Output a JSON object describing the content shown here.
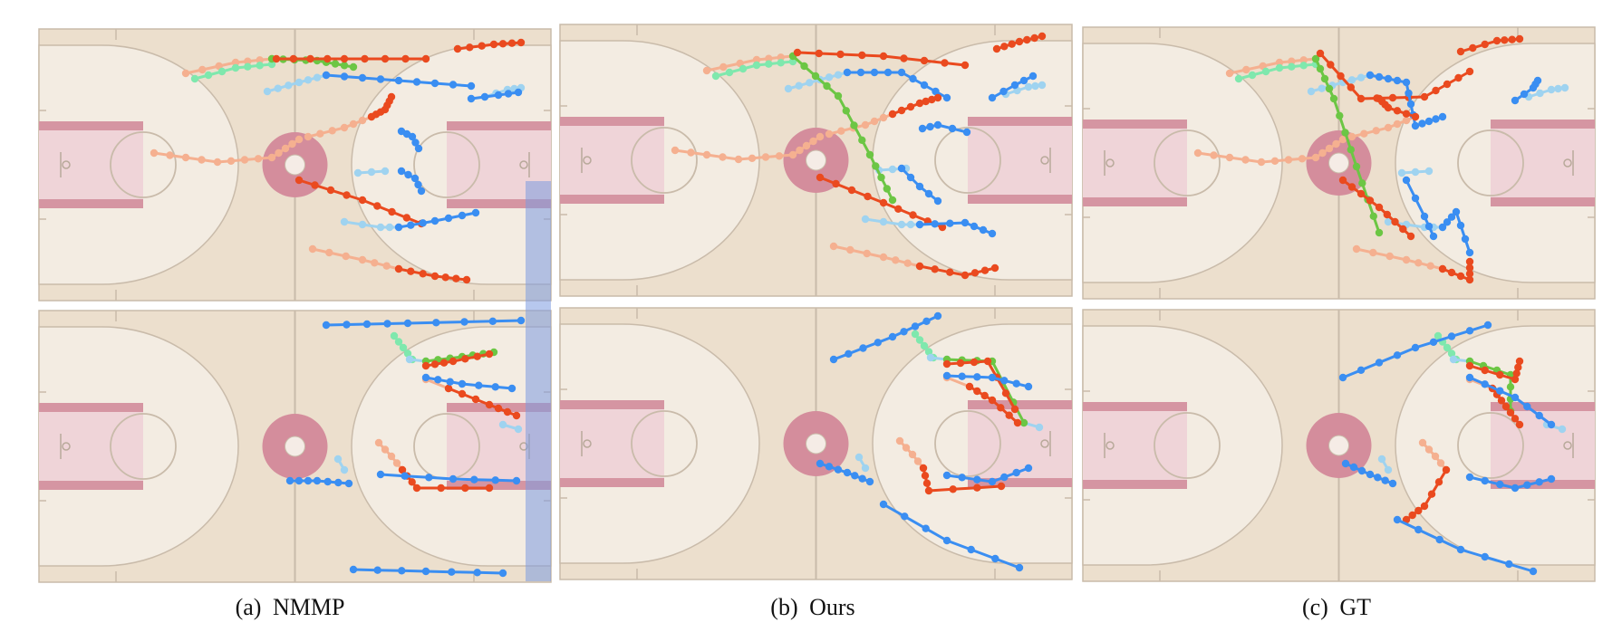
{
  "captions": [
    {
      "tag": "(a)",
      "label": "NMMP"
    },
    {
      "tag": "(b)",
      "label": "Ours"
    },
    {
      "tag": "(c)",
      "label": "GT"
    }
  ],
  "colors": {
    "court_bg": "#ecdfcd",
    "court_light": "#f3ece2",
    "court_lines": "#c9bbaa",
    "paint": "#efd4d8",
    "paint_band": "#d595a2",
    "center_circle": "#d48d9c",
    "offense_history": "#f5b090",
    "offense_future": "#ea4a1f",
    "defense_history": "#9fd3f0",
    "defense_future": "#3a8ef2",
    "ball_history": "#7fe8ad",
    "ball_future": "#6cc644",
    "highlight": "#7b9ae0"
  },
  "legend_semantics": [
    "offense-player",
    "defense-player",
    "ball"
  ]
}
